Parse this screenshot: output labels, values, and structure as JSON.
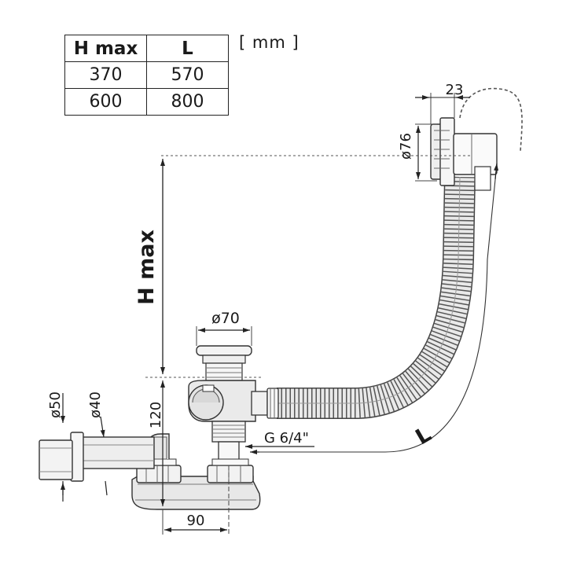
{
  "table": {
    "headers": [
      "H max",
      "L"
    ],
    "rows": [
      [
        "370",
        "570"
      ],
      [
        "600",
        "800"
      ]
    ]
  },
  "units_label": "[ mm ]",
  "dimensions": {
    "overflow_width": "23",
    "overflow_diameter": "ø76",
    "height_label": "H max",
    "plug_diameter": "ø70",
    "outlet_outer_diameter": "ø50",
    "outlet_inner_diameter": "ø40",
    "trap_height": "120",
    "thread": "G 6/4\"",
    "trap_offset": "90",
    "length_label": "L"
  }
}
